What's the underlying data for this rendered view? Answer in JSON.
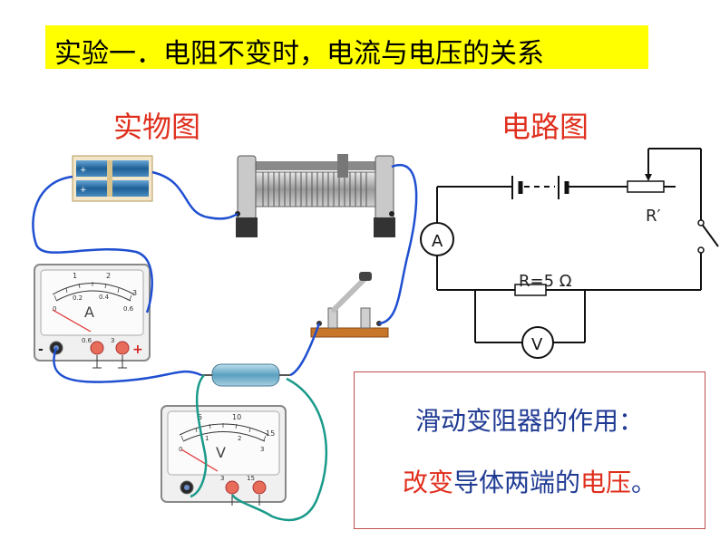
{
  "title": "实验一．电阻不变时，电流与电压的关系",
  "labels": {
    "physical": "实物图",
    "schematic": "电路图"
  },
  "schematic": {
    "rheostat_label": "R′",
    "resistor_label": "R=5 Ω",
    "ammeter_symbol": "A",
    "voltmeter_symbol": "V"
  },
  "ammeter": {
    "letter": "A",
    "scale_top": [
      "1",
      "2",
      "3"
    ],
    "scale_bottom": [
      "0",
      "0.2",
      "0.4",
      "0.6"
    ],
    "terminals": [
      "-",
      "0.6",
      "3",
      "+"
    ]
  },
  "voltmeter": {
    "letter": "V",
    "scale_top": [
      "5",
      "10",
      "15"
    ],
    "scale_bottom": [
      "0",
      "1",
      "2",
      "3"
    ],
    "terminals": [
      "3",
      "15"
    ]
  },
  "explanation": {
    "line1": "滑动变阻器的作用：",
    "line2_part1": "改变",
    "line2_part2": "导体两端的",
    "line2_part3": "电压",
    "line2_part4": "。"
  },
  "colors": {
    "title_bg": "#ffff00",
    "label_red": "#e0301e",
    "text_blue": "#1f3a93",
    "wire_blue": "#1f4fd1",
    "wire_teal": "#1a9a8a",
    "box_border": "#c0504d"
  }
}
